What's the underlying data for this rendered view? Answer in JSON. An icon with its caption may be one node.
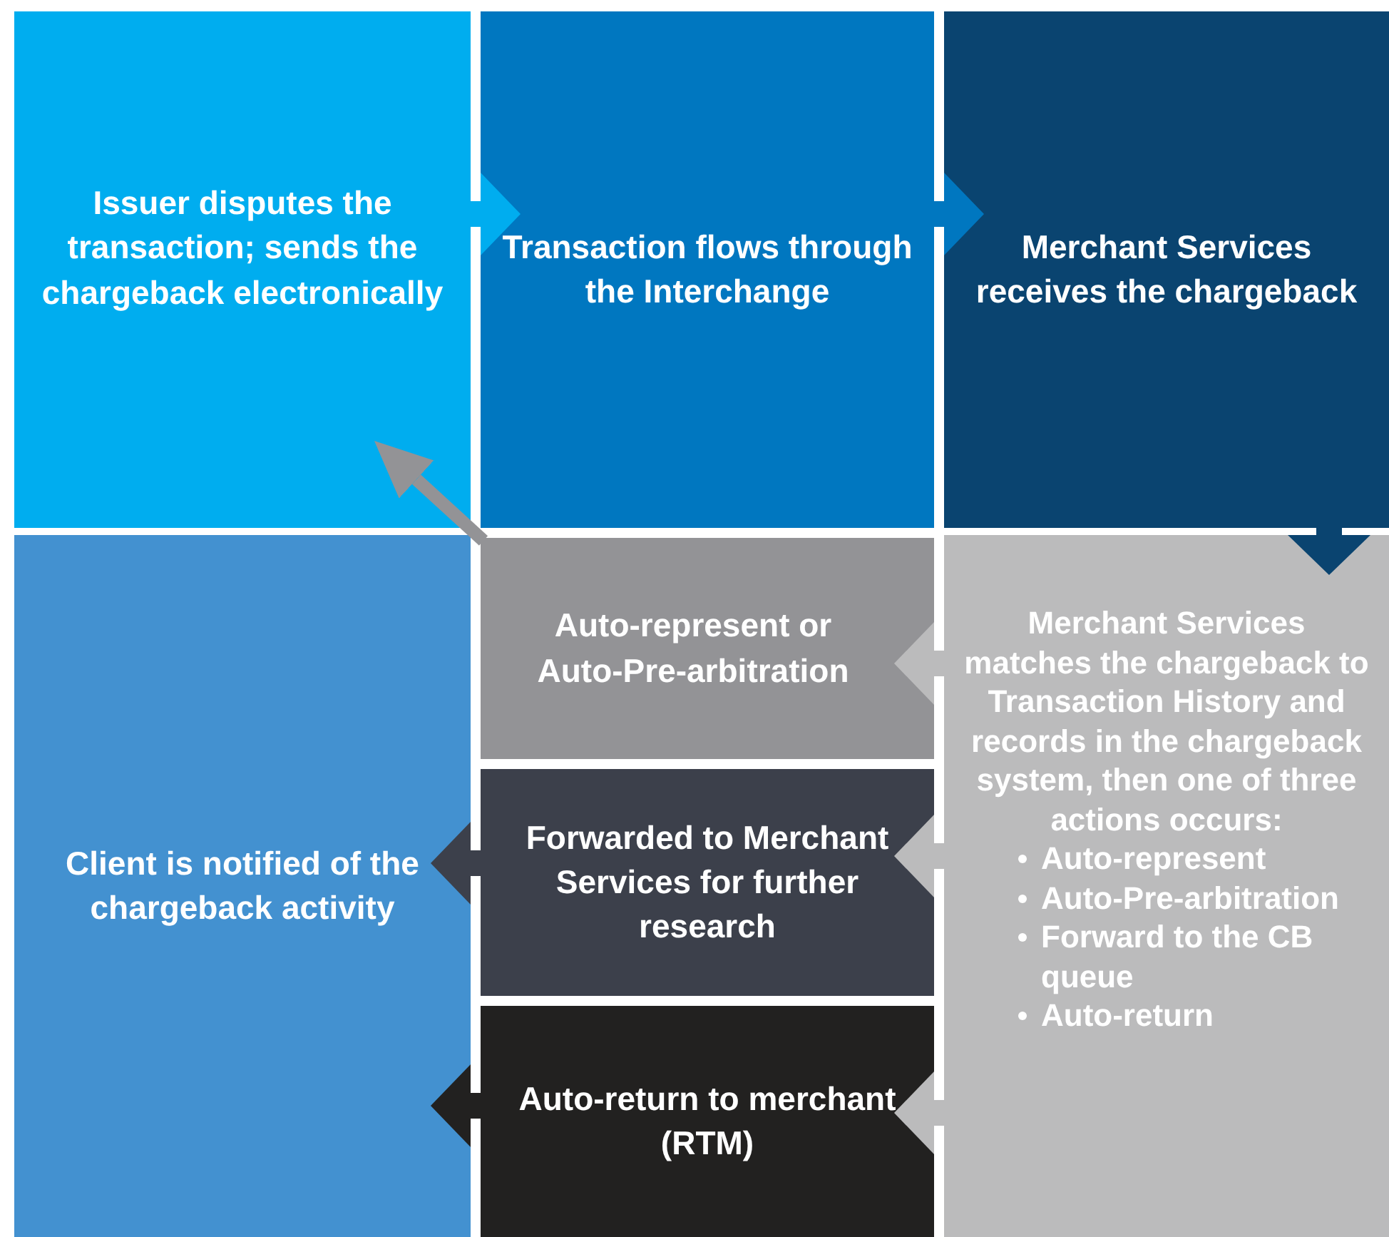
{
  "diagram": {
    "nodes": [
      {
        "text": [
          "Issuer disputes the transaction; sends the chargeback electronically"
        ]
      },
      {
        "text": [
          "Transaction flows through the Interchange"
        ]
      },
      {
        "text": [
          "Merchant Services receives the chargeback"
        ]
      },
      {
        "text": [
          "Merchant Services matches the chargeback to Transaction History and records in the chargeback system, then one of three actions occurs:",
          "Auto-represent",
          "Auto-Pre-arbitration",
          "Forward to the CB queue",
          "Auto-return"
        ]
      },
      {
        "text": [
          "Auto-represent or Auto-Pre-arbitration"
        ]
      },
      {
        "text": [
          "Forwarded to Merchant Services for further research"
        ]
      },
      {
        "text": [
          "Auto-return to merchant (RTM)"
        ]
      },
      {
        "text": [
          "Client is notified of the chargeback activity"
        ]
      }
    ],
    "edges": [
      {
        "from": 0,
        "to": 1,
        "arrow": "to",
        "color": "#00adef"
      },
      {
        "from": 1,
        "to": 2,
        "arrow": "to",
        "color": "#0077c0"
      },
      {
        "from": 2,
        "to": 3,
        "arrow": "to",
        "color": "#0a4470"
      },
      {
        "from": 3,
        "to": 4,
        "arrow": "to",
        "color": "#bbbbbc"
      },
      {
        "from": 3,
        "to": 5,
        "arrow": "to",
        "color": "#bbbbbc"
      },
      {
        "from": 3,
        "to": 6,
        "arrow": "to",
        "color": "#bbbbbc"
      },
      {
        "from": 5,
        "to": 7,
        "arrow": "to",
        "color": "#3c404b"
      },
      {
        "from": 6,
        "to": 7,
        "arrow": "to",
        "color": "#222120"
      },
      {
        "from": 4,
        "to": 0,
        "arrow": "to",
        "color": "#939396"
      }
    ]
  }
}
